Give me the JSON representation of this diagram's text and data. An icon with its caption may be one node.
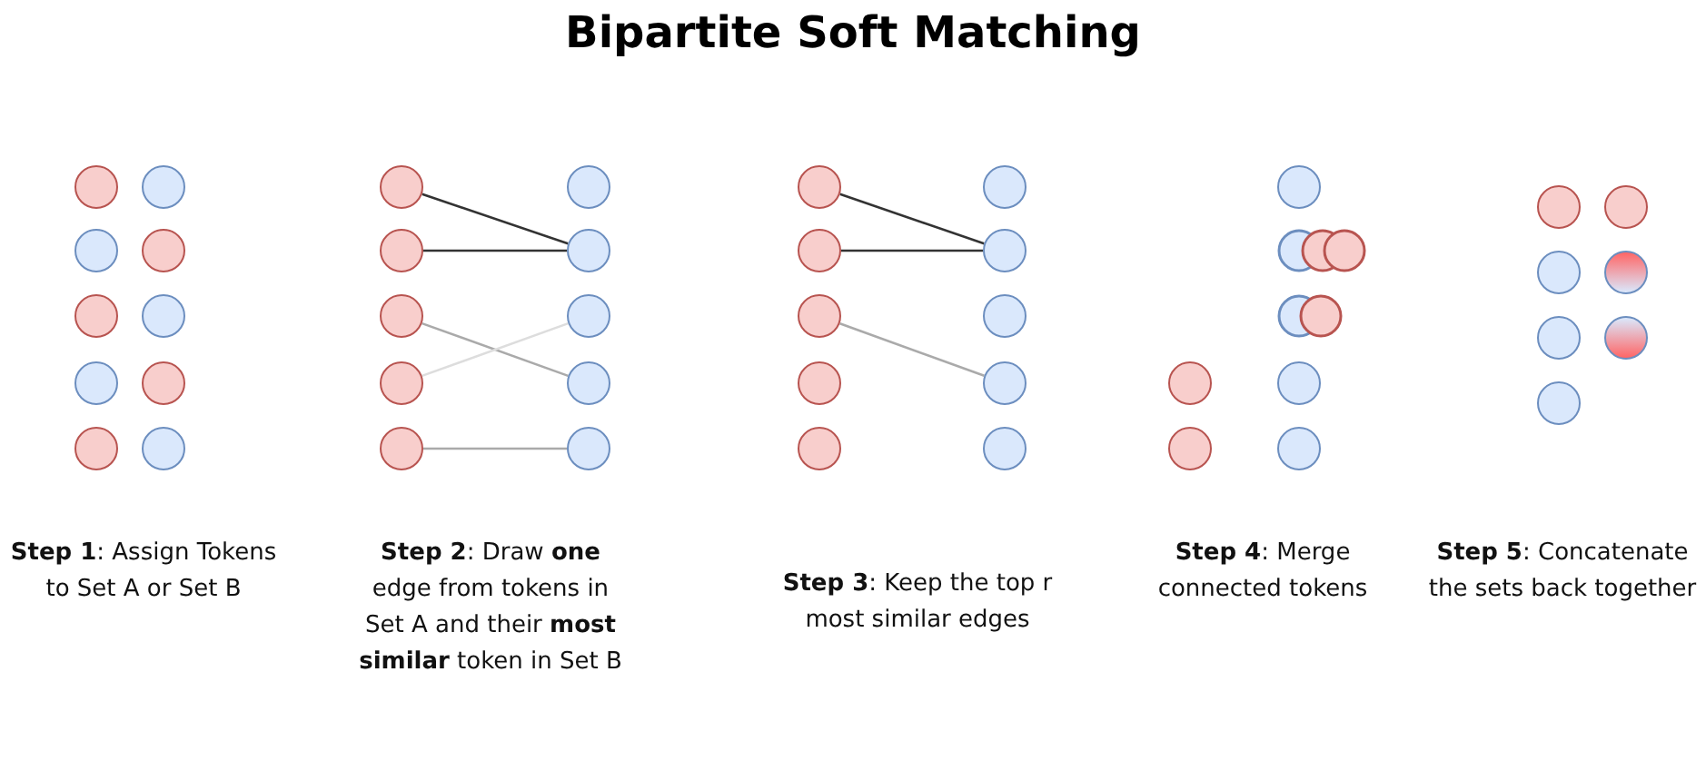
{
  "diagram": {
    "title": "Bipartite Soft Matching",
    "nodes": [
      {
        "text": [],
        "shape": "circle"
      },
      {
        "text": [],
        "shape": "circle"
      },
      {
        "text": [],
        "shape": "circle"
      },
      {
        "text": [],
        "shape": "circle"
      },
      {
        "text": [],
        "shape": "circle"
      },
      {
        "text": [],
        "shape": "circle"
      },
      {
        "text": [],
        "shape": "circle"
      },
      {
        "text": [],
        "shape": "circle"
      },
      {
        "text": [],
        "shape": "circle"
      },
      {
        "text": [],
        "shape": "circle"
      },
      {
        "text": [],
        "shape": "circle"
      },
      {
        "text": [],
        "shape": "circle"
      },
      {
        "text": [],
        "shape": "circle"
      },
      {
        "text": [],
        "shape": "circle"
      },
      {
        "text": [],
        "shape": "circle"
      },
      {
        "text": [],
        "shape": "circle"
      },
      {
        "text": [],
        "shape": "circle"
      },
      {
        "text": [],
        "shape": "circle"
      },
      {
        "text": [],
        "shape": "circle"
      },
      {
        "text": [],
        "shape": "circle"
      },
      {
        "text": [],
        "shape": "circle"
      },
      {
        "text": [],
        "shape": "circle"
      },
      {
        "text": [],
        "shape": "circle"
      },
      {
        "text": [],
        "shape": "circle"
      },
      {
        "text": [],
        "shape": "circle"
      },
      {
        "text": [],
        "shape": "circle"
      },
      {
        "text": [],
        "shape": "circle"
      },
      {
        "text": [],
        "shape": "circle"
      },
      {
        "text": [],
        "shape": "circle"
      },
      {
        "text": [],
        "shape": "circle"
      },
      {
        "text": [],
        "shape": "circle"
      },
      {
        "text": [],
        "shape": "circle"
      },
      {
        "text": [],
        "shape": "circle"
      },
      {
        "text": [],
        "shape": "circle"
      },
      {
        "text": [],
        "shape": "circle"
      },
      {
        "text": [],
        "shape": "circle"
      },
      {
        "text": [],
        "shape": "circle"
      },
      {
        "text": [],
        "shape": "circle"
      },
      {
        "text": [],
        "shape": "circle"
      },
      {
        "text": [],
        "shape": "circle"
      },
      {
        "text": [],
        "shape": "circle"
      },
      {
        "text": [],
        "shape": "circle"
      },
      {
        "text": [],
        "shape": "circle"
      },
      {
        "text": [],
        "shape": "circle"
      }
    ],
    "edges": [
      {
        "from": 10,
        "to": 13,
        "arrow": "none"
      },
      {
        "from": 12,
        "to": 13,
        "arrow": "none"
      },
      {
        "from": 14,
        "to": 17,
        "arrow": "none",
        "color": "#aaaaaa"
      },
      {
        "from": 16,
        "to": 15,
        "arrow": "none",
        "color": "#dddddd"
      },
      {
        "from": 18,
        "to": 19,
        "arrow": "none",
        "color": "#aaaaaa"
      },
      {
        "from": 20,
        "to": 23,
        "arrow": "none"
      },
      {
        "from": 22,
        "to": 23,
        "arrow": "none"
      },
      {
        "from": 24,
        "to": 27,
        "arrow": "none",
        "color": "#aaaaaa"
      }
    ],
    "labels": [
      "**Step 1**: Assign Tokens to Set A or Set B",
      "**Step 2**: Draw **one** edge from tokens in Set A and their **most similar** token in Set B",
      "**Step 3**: Keep the top r most similar edges",
      "**Step 4**: Merge connected tokens",
      "**Step 5**: Concatenate the sets back together"
    ]
  }
}
